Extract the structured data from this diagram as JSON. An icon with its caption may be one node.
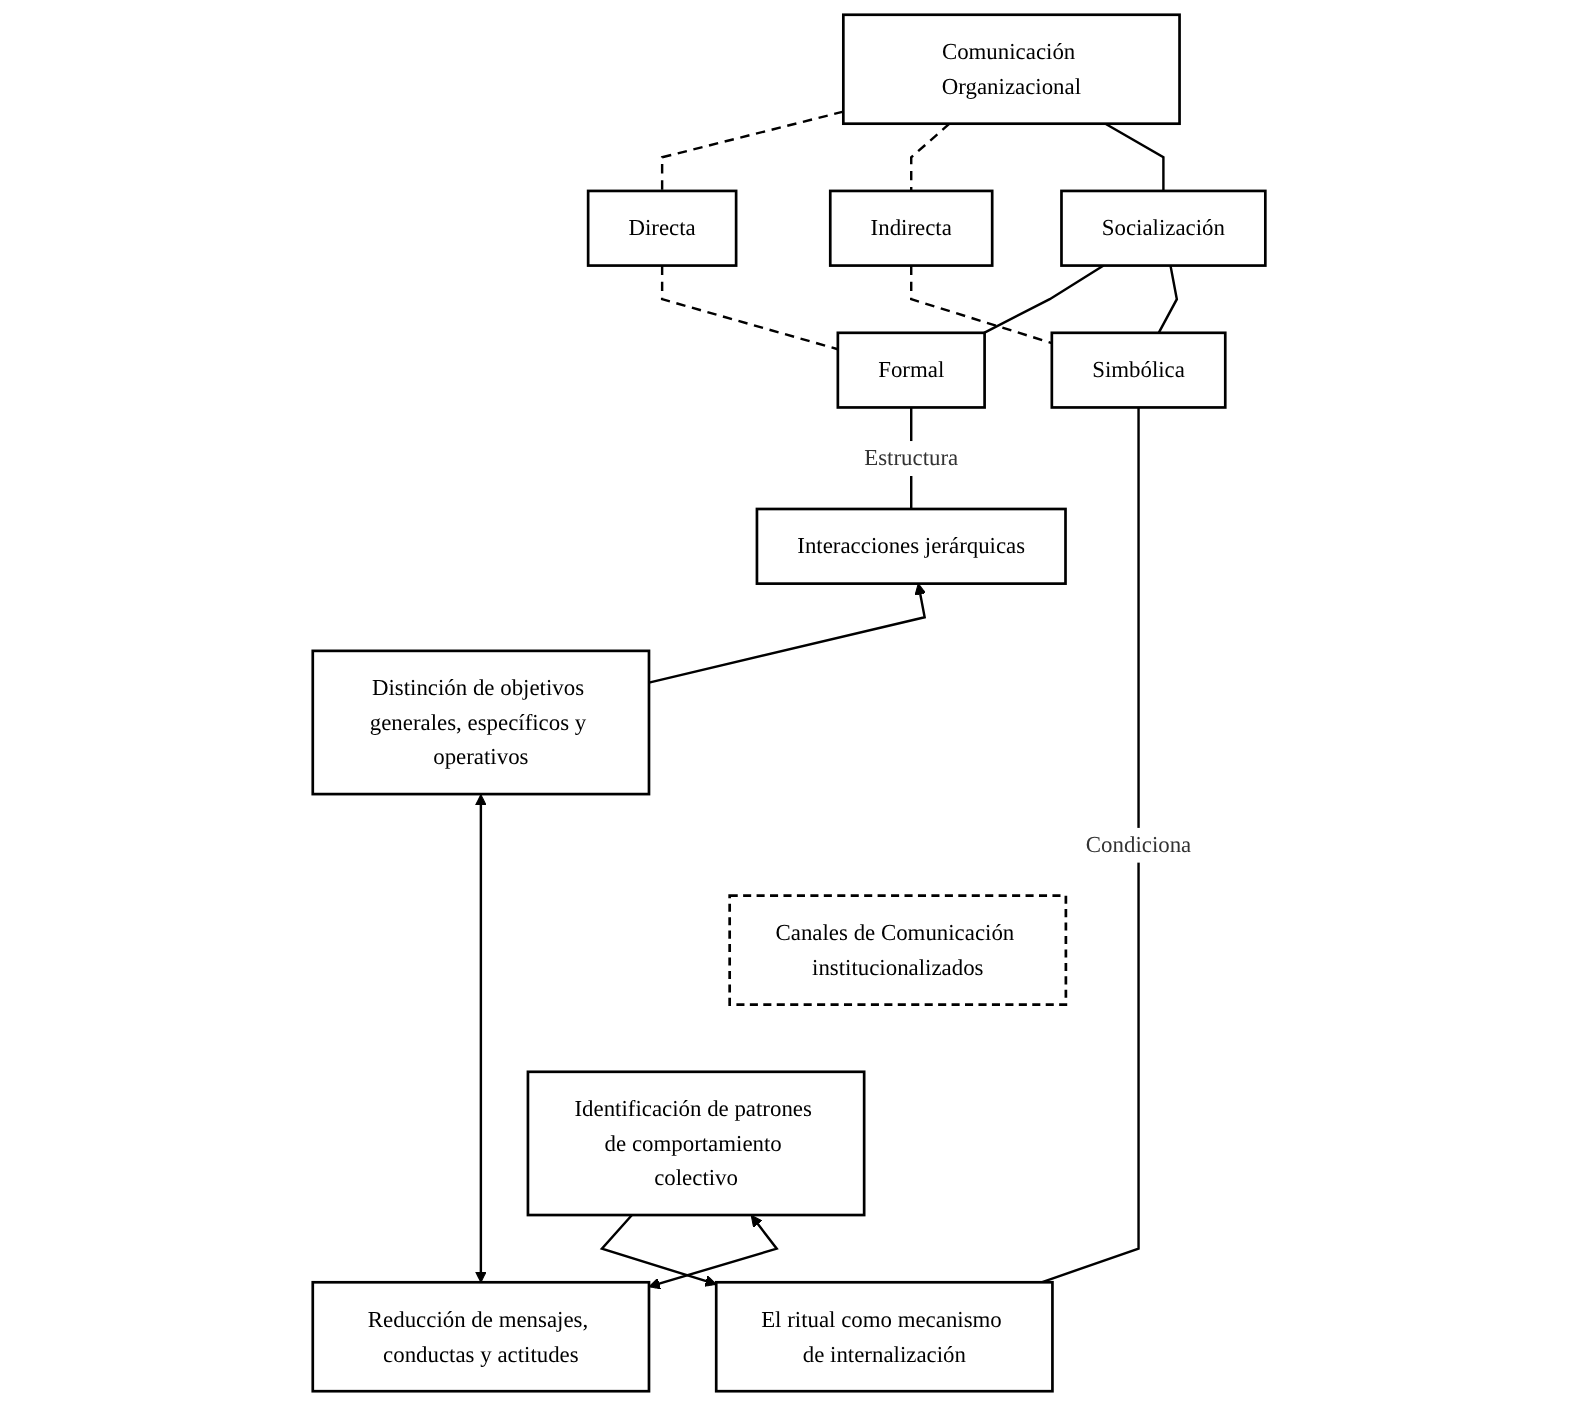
{
  "diagram": {
    "nodes": [
      {
        "text": [
          "Comunicación Organizacional"
        ]
      },
      {
        "text": [
          "Directa"
        ]
      },
      {
        "text": [
          "Indirecta"
        ]
      },
      {
        "text": [
          "Socialización"
        ]
      },
      {
        "text": [
          "Formal"
        ]
      },
      {
        "text": [
          "Simbólica"
        ]
      },
      {
        "text": [
          "Interacciones jerárquicas"
        ]
      },
      {
        "text": [
          "El ritual como mecanismo de internalización"
        ]
      },
      {
        "text": [
          "Distinción de objetivos generales, específicos y operativos"
        ]
      },
      {
        "text": [
          "Canales de Comunicación institucionalizados"
        ]
      },
      {
        "text": [
          "Identificación de patrones de comportamiento colectivo"
        ]
      },
      {
        "text": [
          "Reducción de mensajes, conductas y actitudes"
        ]
      }
    ],
    "edges": [
      {
        "from": 0,
        "to": 1,
        "arrow": "none",
        "style": "dashed"
      },
      {
        "from": 0,
        "to": 2,
        "arrow": "none",
        "style": "dashed"
      },
      {
        "from": 0,
        "to": 3,
        "arrow": "none"
      },
      {
        "from": 1,
        "to": 4,
        "arrow": "none",
        "style": "dashed"
      },
      {
        "from": 2,
        "to": 5,
        "arrow": "none",
        "style": "dashed"
      },
      {
        "from": 3,
        "to": 4,
        "arrow": "none"
      },
      {
        "from": 3,
        "to": 5,
        "arrow": "none"
      },
      {
        "from": 4,
        "to": 6,
        "arrow": "none",
        "label": "Estructura"
      },
      {
        "from": 5,
        "to": 7,
        "arrow": "none",
        "label": "Condiciona"
      },
      {
        "from": 8,
        "to": 6,
        "arrow": "to"
      },
      {
        "from": 10,
        "to": 7,
        "arrow": "to"
      },
      {
        "from": 8,
        "to": 11,
        "arrow": "both"
      },
      {
        "from": 10,
        "to": 11,
        "arrow": "both"
      }
    ]
  }
}
